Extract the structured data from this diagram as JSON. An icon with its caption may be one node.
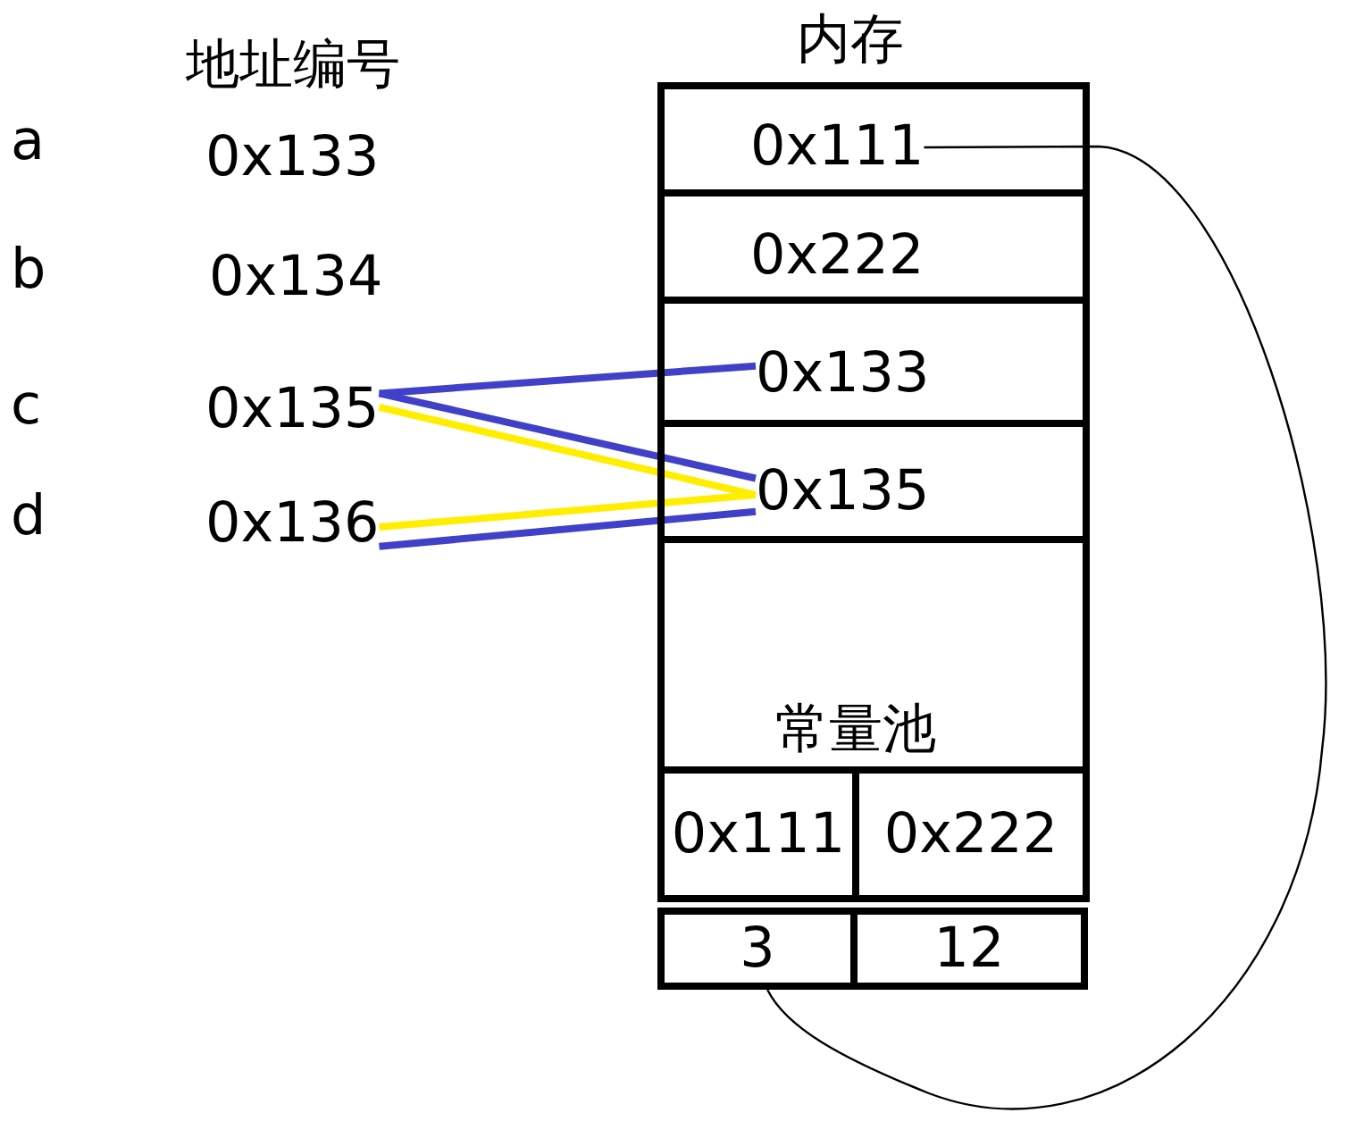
{
  "diagram": {
    "nodes": [
      {
        "text": [
          "0x133"
        ],
        "beside": [
          "a"
        ]
      },
      {
        "text": [
          "0x134"
        ],
        "beside": [
          "b"
        ]
      },
      {
        "text": [
          "0x135"
        ],
        "beside": [
          "c"
        ]
      },
      {
        "text": [
          "0x136"
        ],
        "beside": [
          "d"
        ]
      },
      {
        "text": [
          "内存"
        ]
      },
      {
        "text": [
          "0x111"
        ],
        "in": 4
      },
      {
        "text": [
          "0x222"
        ],
        "in": 4
      },
      {
        "text": [
          "0x133"
        ],
        "in": 4
      },
      {
        "text": [
          "0x135"
        ],
        "in": 4
      },
      {
        "text": [
          "0x111"
        ],
        "in": 4
      },
      {
        "text": [
          "0x222"
        ],
        "in": 4
      },
      {
        "text": [
          "3"
        ]
      },
      {
        "text": [
          "12"
        ]
      }
    ],
    "edges": [
      {
        "from": 2,
        "to": 7,
        "arrow": "none"
      },
      {
        "from": 2,
        "to": 8,
        "arrow": "none"
      },
      {
        "from": 2,
        "to": 8,
        "arrow": "none",
        "color": "#ffee00"
      },
      {
        "from": 3,
        "to": 8,
        "arrow": "none",
        "color": "#ffee00"
      },
      {
        "from": 3,
        "to": 8,
        "arrow": "none"
      },
      {
        "from": 5,
        "to": 11,
        "arrow": "none",
        "color": "#000000"
      }
    ],
    "labels": [
      "地址编号",
      "常量池"
    ]
  }
}
